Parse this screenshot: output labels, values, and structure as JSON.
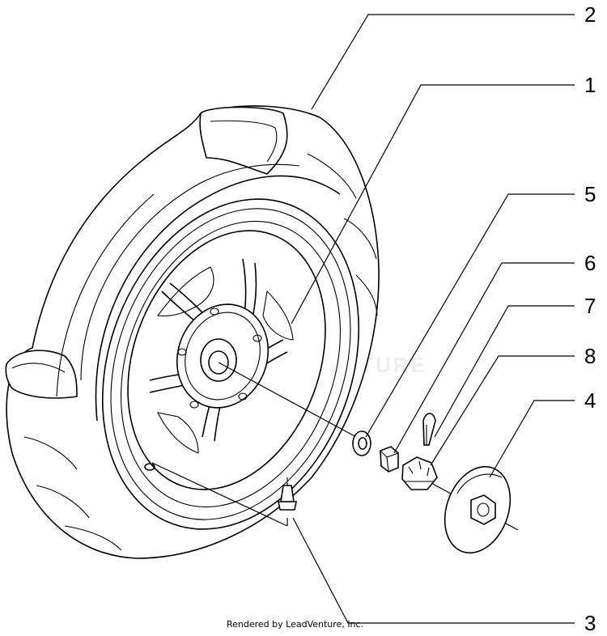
{
  "callouts": [
    {
      "id": "2",
      "label": "2"
    },
    {
      "id": "1",
      "label": "1"
    },
    {
      "id": "5",
      "label": "5"
    },
    {
      "id": "6",
      "label": "6"
    },
    {
      "id": "7",
      "label": "7"
    },
    {
      "id": "8",
      "label": "8"
    },
    {
      "id": "4",
      "label": "4"
    },
    {
      "id": "3",
      "label": "3"
    }
  ],
  "credit": "Rendered by LeadVenture, Inc.",
  "watermark": "LEADVENTURE"
}
